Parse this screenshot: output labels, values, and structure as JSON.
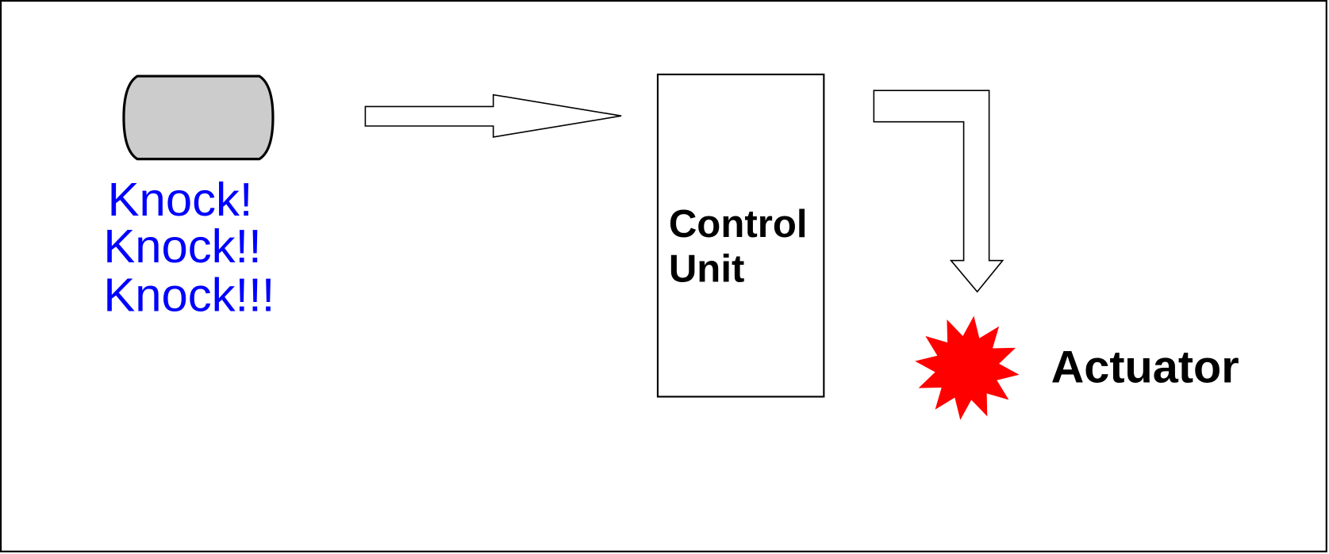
{
  "diagram": {
    "sensor": {
      "knocks": [
        "Knock!",
        "Knock!!",
        "Knock!!!"
      ],
      "knock_color": "#0000ff",
      "fill_color": "#cccccc"
    },
    "control_unit": {
      "line1": "Control",
      "line2": "Unit"
    },
    "actuator": {
      "label": "Actuator",
      "color": "#ff0000"
    }
  }
}
